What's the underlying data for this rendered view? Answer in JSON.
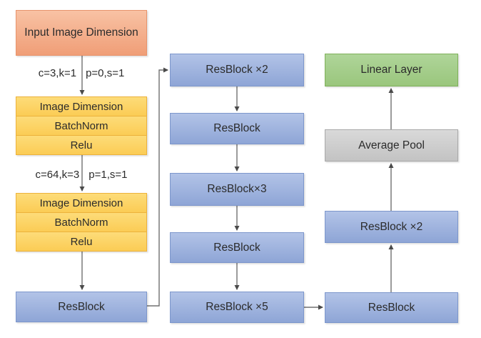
{
  "nodes": {
    "input": "Input Image Dimension",
    "params1": {
      "left": "c=3,k=1",
      "right": "p=0,s=1"
    },
    "stack1": [
      "Image Dimension",
      "BatchNorm",
      "Relu"
    ],
    "params2": {
      "left": "c=64,k=3",
      "right": "p=1,s=1"
    },
    "stack2": [
      "Image Dimension",
      "BatchNorm",
      "Relu"
    ],
    "left_resblock": "ResBlock",
    "middle": [
      "ResBlock ×2",
      "ResBlock",
      "ResBlock×3",
      "ResBlock",
      "ResBlock ×5"
    ],
    "right": [
      "Linear Layer",
      "Average Pool",
      "ResBlock ×2",
      "ResBlock"
    ]
  },
  "colors": {
    "input_fill_top": "#F8C2A4",
    "input_fill_bottom": "#F09E77",
    "input_border": "#E8946C",
    "stage_fill_top": "#FDDC79",
    "stage_fill_bottom": "#FBCC55",
    "stage_border": "#ECB23C",
    "res_fill_top": "#B2C3E7",
    "res_fill_bottom": "#8EA5D6",
    "res_border": "#7D97CC",
    "green_fill_top": "#AFD599",
    "green_fill_bottom": "#9AC67D",
    "green_border": "#7FB15A",
    "gray_fill_top": "#D9D9D9",
    "gray_fill_bottom": "#C3C3C3",
    "gray_border": "#A9A9A9",
    "arrow_line": "#707070",
    "arrow_head": "#4A4A4A",
    "text": "#2B2B2B"
  }
}
